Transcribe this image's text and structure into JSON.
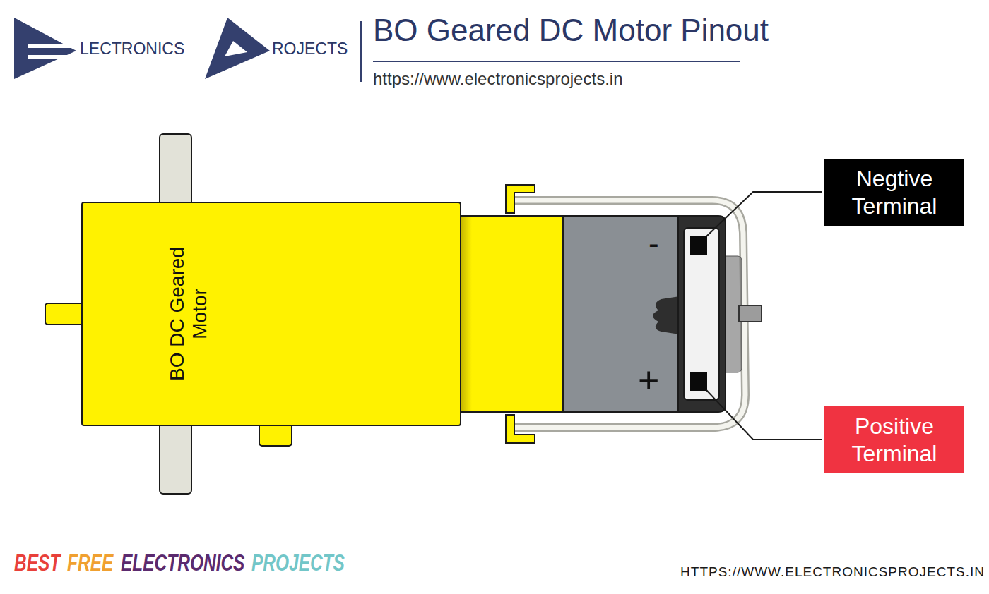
{
  "diagram": {
    "title": "BO Geared DC Motor Pinout",
    "nodes": [
      {
        "text": [
          "BO DC Geared Motor"
        ]
      },
      {
        "text": [
          "Negtive Terminal"
        ]
      },
      {
        "text": [
          "Positive Terminal"
        ]
      }
    ],
    "labels": [
      "LECTRONICS",
      "ROJECTS",
      "https://www.electronicsprojects.in",
      "-",
      "+",
      "BEST",
      "FREE",
      "ELECTRONICS",
      "PROJECTS",
      "HTTPS://WWW.ELECTRONICSPROJECTS.IN"
    ]
  }
}
